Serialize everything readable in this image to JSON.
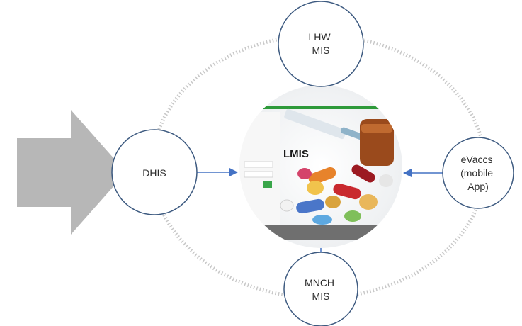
{
  "nodes": {
    "lhw": {
      "lines": [
        "LHW",
        "MIS"
      ]
    },
    "dhis": {
      "lines": [
        "DHIS"
      ]
    },
    "evaccs": {
      "lines": [
        "eVaccs",
        "(mobile",
        "App)"
      ]
    },
    "mnch": {
      "lines": [
        "MNCH",
        "MIS"
      ]
    }
  },
  "center": {
    "label": "LMIS"
  },
  "colors": {
    "node_stroke": "#3d5a80",
    "arrow": "#4472c4",
    "big_arrow": "#b7b7b7",
    "dotted_ring": "#c8c8c8",
    "screenshot_bar": "#2e9a3a"
  }
}
